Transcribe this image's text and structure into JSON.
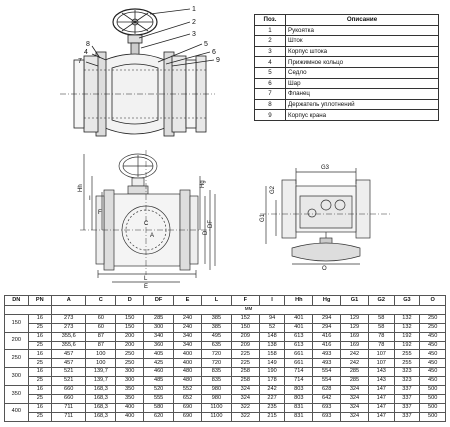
{
  "parts_table": {
    "headers": [
      "Поз.",
      "Описание"
    ],
    "rows": [
      [
        "1",
        "Рукоятка"
      ],
      [
        "2",
        "Шток"
      ],
      [
        "3",
        "Корпус штока"
      ],
      [
        "4",
        "Прижимное кольцо"
      ],
      [
        "5",
        "Седло"
      ],
      [
        "6",
        "Шар"
      ],
      [
        "7",
        "Фланец"
      ],
      [
        "8",
        "Держатель уплотнений"
      ],
      [
        "9",
        "Корпус крана"
      ]
    ]
  },
  "drawing_labels": {
    "callouts_right": [
      "1",
      "2",
      "3",
      "5",
      "6",
      "9"
    ],
    "callouts_left": [
      "8",
      "4",
      "7"
    ],
    "front_dims": [
      "Hh",
      "I",
      "F",
      "Hg",
      "DF",
      "D",
      "C",
      "A",
      "L",
      "E"
    ],
    "side_dims": [
      "G3",
      "G2",
      "G1",
      "O"
    ]
  },
  "dims_table": {
    "headers": [
      "DN",
      "PN",
      "A",
      "C",
      "D",
      "DF",
      "E",
      "L",
      "F",
      "I",
      "Hh",
      "Hg",
      "G1",
      "G2",
      "G3",
      "O"
    ],
    "unit": "мм",
    "groups": [
      {
        "dn": "150",
        "rows": [
          [
            "16",
            "273",
            "60",
            "150",
            "285",
            "240",
            "385",
            "152",
            "94",
            "401",
            "294",
            "129",
            "58",
            "132",
            "250"
          ],
          [
            "25",
            "273",
            "60",
            "150",
            "300",
            "240",
            "385",
            "150",
            "52",
            "401",
            "294",
            "129",
            "58",
            "132",
            "250"
          ]
        ]
      },
      {
        "dn": "200",
        "rows": [
          [
            "16",
            "355,6",
            "87",
            "200",
            "340",
            "340",
            "495",
            "209",
            "148",
            "613",
            "416",
            "169",
            "78",
            "192",
            "450"
          ],
          [
            "25",
            "355,6",
            "87",
            "200",
            "360",
            "340",
            "635",
            "209",
            "138",
            "613",
            "416",
            "169",
            "78",
            "192",
            "450"
          ]
        ]
      },
      {
        "dn": "250",
        "rows": [
          [
            "16",
            "457",
            "100",
            "250",
            "405",
            "400",
            "720",
            "225",
            "158",
            "661",
            "493",
            "242",
            "107",
            "255",
            "450"
          ],
          [
            "25",
            "457",
            "100",
            "250",
            "425",
            "400",
            "720",
            "225",
            "149",
            "661",
            "493",
            "242",
            "107",
            "255",
            "450"
          ]
        ]
      },
      {
        "dn": "300",
        "rows": [
          [
            "16",
            "521",
            "139,7",
            "300",
            "460",
            "480",
            "835",
            "258",
            "190",
            "714",
            "554",
            "285",
            "143",
            "323",
            "450"
          ],
          [
            "25",
            "521",
            "139,7",
            "300",
            "485",
            "480",
            "835",
            "258",
            "178",
            "714",
            "554",
            "285",
            "143",
            "323",
            "450"
          ]
        ]
      },
      {
        "dn": "350",
        "rows": [
          [
            "16",
            "660",
            "168,3",
            "350",
            "520",
            "552",
            "980",
            "324",
            "242",
            "803",
            "628",
            "324",
            "147",
            "337",
            "500"
          ],
          [
            "25",
            "660",
            "168,3",
            "350",
            "555",
            "652",
            "980",
            "324",
            "227",
            "803",
            "642",
            "324",
            "147",
            "337",
            "500"
          ]
        ]
      },
      {
        "dn": "400",
        "rows": [
          [
            "16",
            "711",
            "168,3",
            "400",
            "580",
            "690",
            "1100",
            "322",
            "235",
            "831",
            "693",
            "324",
            "147",
            "337",
            "500"
          ],
          [
            "25",
            "711",
            "168,3",
            "400",
            "620",
            "690",
            "1100",
            "322",
            "215",
            "831",
            "693",
            "324",
            "147",
            "337",
            "500"
          ]
        ]
      }
    ]
  }
}
